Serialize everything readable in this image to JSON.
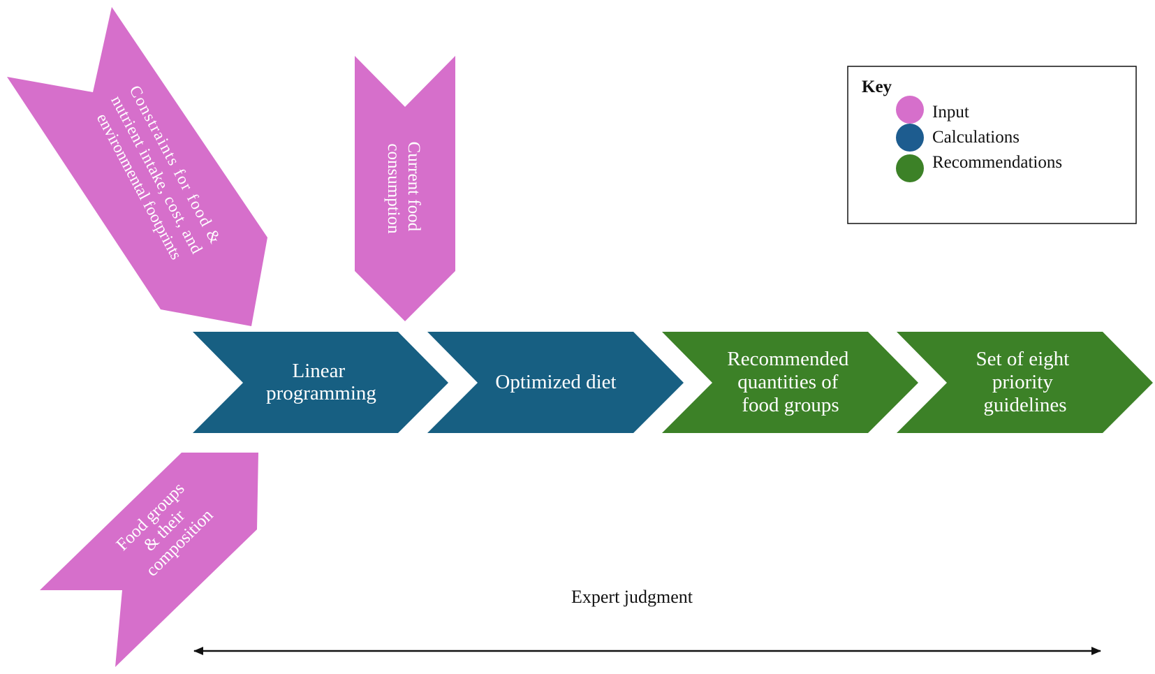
{
  "colors": {
    "input": "#d66fcb",
    "calculations": "#175f82",
    "recommendations": "#3c8127",
    "key_calculations_dot": "#1d5c8f",
    "text_light": "#ffffff",
    "text_dark": "#111111"
  },
  "inputs": {
    "constraints": [
      "Constraints for food &",
      "nutrient intake, cost, and",
      "environmental footprints"
    ],
    "current_food": [
      "Current food",
      "consumption"
    ],
    "food_groups": [
      "Food groups",
      "& their",
      "composition"
    ]
  },
  "process_steps": [
    {
      "category": "calculations",
      "lines": [
        "Linear",
        "programming"
      ]
    },
    {
      "category": "calculations",
      "lines": [
        "Optimized diet"
      ]
    },
    {
      "category": "recommendations",
      "lines": [
        "Recommended",
        "quantities of",
        "food groups"
      ]
    },
    {
      "category": "recommendations",
      "lines": [
        "Set of eight",
        "priority",
        "guidelines"
      ]
    }
  ],
  "expert_judgment": "Expert judgment",
  "key": {
    "title": "Key",
    "items": [
      {
        "label": "Input",
        "color_key": "input"
      },
      {
        "label": "Calculations",
        "color_key": "key_calculations_dot"
      },
      {
        "label": "Recommendations",
        "color_key": "recommendations"
      }
    ]
  }
}
